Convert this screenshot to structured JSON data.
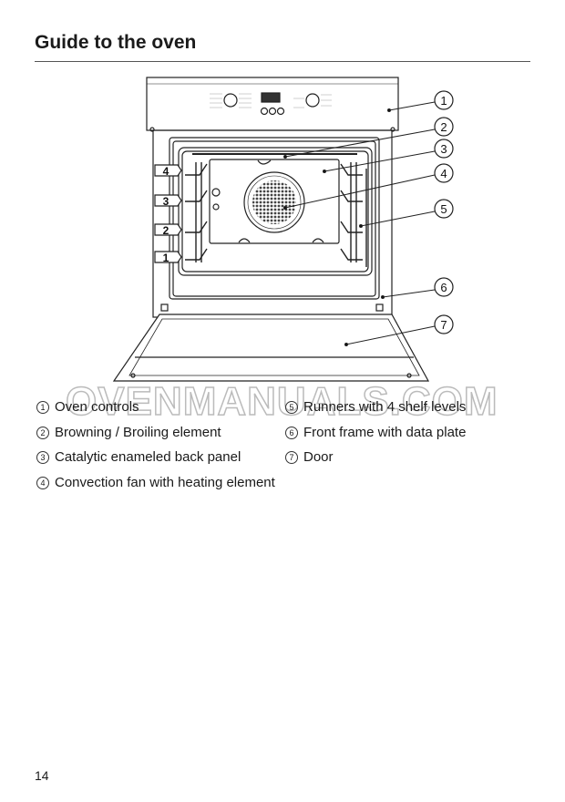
{
  "title": "Guide to the oven",
  "watermark": "OVENMANUALS.COM",
  "diagram": {
    "callouts": [
      "1",
      "2",
      "3",
      "4",
      "5",
      "6",
      "7"
    ],
    "shelf_levels": [
      "4",
      "3",
      "2",
      "1"
    ]
  },
  "legend": [
    {
      "num": "1",
      "label": "Oven controls"
    },
    {
      "num": "2",
      "label": "Browning / Broiling element"
    },
    {
      "num": "3",
      "label": "Catalytic enameled back panel"
    },
    {
      "num": "4",
      "label": "Convection fan with heating element"
    },
    {
      "num": "5",
      "label": "Runners with 4 shelf levels"
    },
    {
      "num": "6",
      "label": "Front frame with data plate"
    },
    {
      "num": "7",
      "label": "Door"
    }
  ],
  "page_number": "14"
}
